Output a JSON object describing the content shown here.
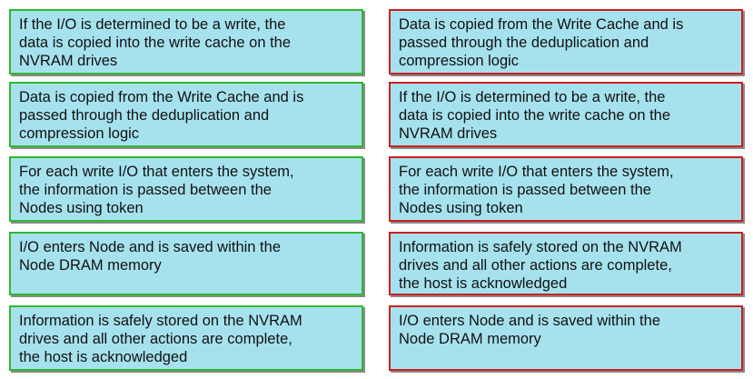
{
  "left_column": [
    {
      "text": "If the I/O is determined to be a write, the\ndata is copied into the write cache on the\nNVRAM drives",
      "border_color": "#2fb82f"
    },
    {
      "text": "Data is copied from the Write Cache and is\npassed through the deduplication and\ncompression logic",
      "border_color": "#2fb82f"
    },
    {
      "text": "For each write I/O that enters the system,\nthe information is passed between the\nNodes using token",
      "border_color": "#2fb82f"
    },
    {
      "text": "I/O enters Node and is saved within the\nNode DRAM memory",
      "border_color": "#2fb82f"
    },
    {
      "text": "Information is safely stored on the NVRAM\ndrives and all other actions are complete,\nthe host is acknowledged",
      "border_color": "#2fb82f"
    }
  ],
  "right_column": [
    {
      "text": "Data is copied from the Write Cache and is\npassed through the deduplication and\ncompression logic",
      "border_color": "#cc1f1f"
    },
    {
      "text": "If the I/O is determined to be a write, the\ndata is copied into the write cache on the\nNVRAM drives",
      "border_color": "#cc1f1f"
    },
    {
      "text": "For each write I/O that enters the system,\nthe information is passed between the\nNodes using token",
      "border_color": "#cc1f1f"
    },
    {
      "text": "Information is safely stored on the NVRAM\ndrives and all other actions are complete,\nthe host is acknowledged",
      "border_color": "#cc1f1f"
    },
    {
      "text": "I/O enters Node and is saved within the\nNode DRAM memory",
      "border_color": "#cc1f1f"
    }
  ],
  "colors": {
    "box_fill": "#a6e2ee",
    "correct_border": "#2fb82f",
    "answer_border": "#cc1f1f"
  }
}
